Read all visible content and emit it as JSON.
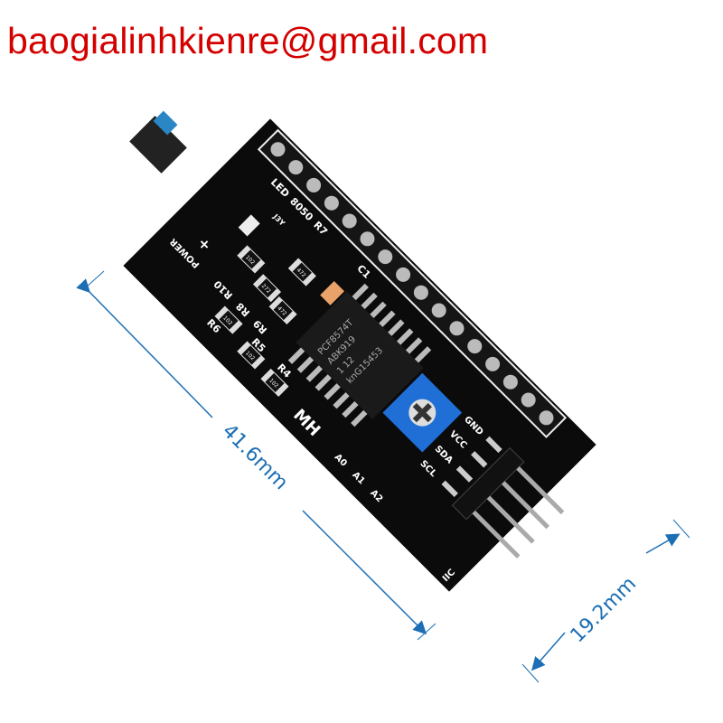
{
  "watermark_email": "baogialinhkienre@gmail.com",
  "colors": {
    "email": "#d40000",
    "pcb": "#0b0b0b",
    "dimension": "#1c6fb5",
    "potentiometer": "#1f6fd6"
  },
  "board": {
    "chip_lines": [
      "PCF8574T",
      "ABK919",
      "1   12",
      "knG15453"
    ],
    "silkscreen": {
      "led": "LED",
      "transistor": "8050",
      "r7": "R7",
      "c1": "C1",
      "power": "POWER",
      "plus": "+",
      "r10": "R10",
      "r8": "R8",
      "r9": "R9",
      "r6": "R6",
      "r5": "R5",
      "r4": "R4",
      "brand": "MH",
      "a0": "A0",
      "a1": "A1",
      "a2": "A2",
      "gnd": "GND",
      "vcc": "VCC",
      "sda": "SDA",
      "scl": "SCL",
      "iic": "IIC",
      "transistor_code": "J3Y"
    },
    "resistor_codes": [
      "102",
      "472",
      "272",
      "472",
      "102",
      "102",
      "102"
    ]
  },
  "dimensions": {
    "length": "41.6mm",
    "width": "19.2mm"
  }
}
